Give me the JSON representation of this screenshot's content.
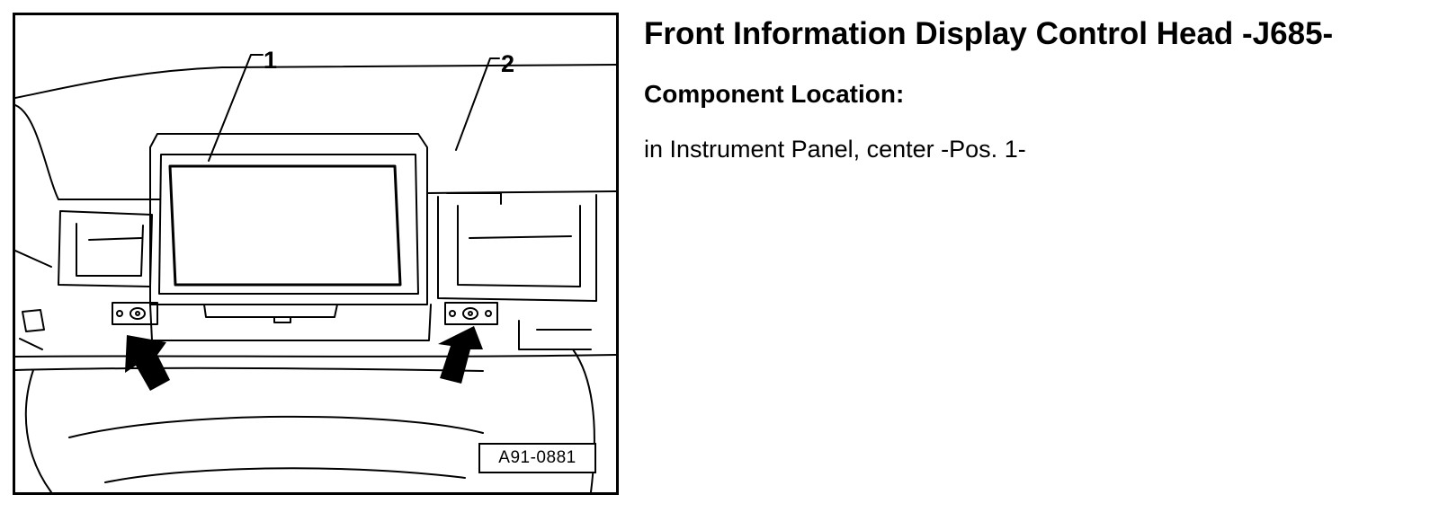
{
  "figure": {
    "callouts": [
      "1",
      "2"
    ],
    "figure_id": "A91-0881"
  },
  "content": {
    "title": "Front Information Display Control Head -J685-",
    "section_heading": "Component Location:",
    "location_text": "in Instrument Panel, center -Pos. 1-"
  }
}
